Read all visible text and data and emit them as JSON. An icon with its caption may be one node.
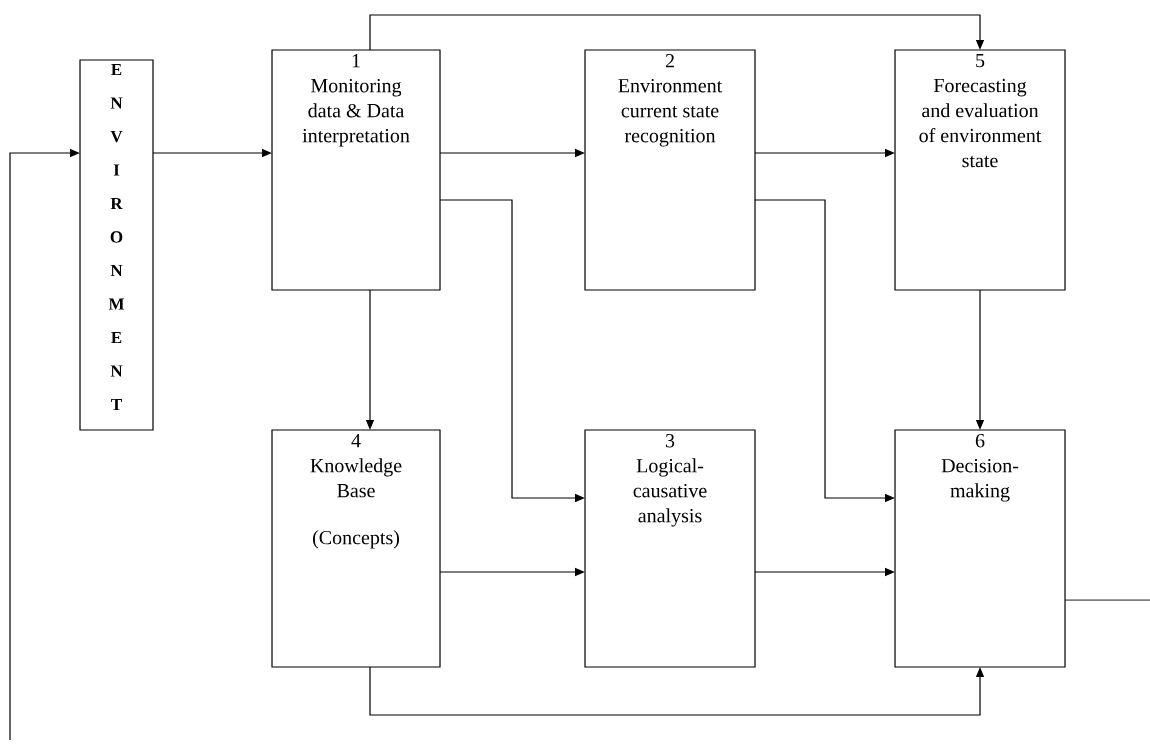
{
  "diagram": {
    "nodes": [
      {
        "text": [
          "E N V I R O N M E N T"
        ]
      },
      {
        "text": [
          "1",
          "Monitoring data & Data interpretation"
        ]
      },
      {
        "text": [
          "2",
          "Environment current state recognition"
        ]
      },
      {
        "text": [
          "5",
          "Forecasting and evaluation of environment state"
        ]
      },
      {
        "text": [
          "4",
          "Knowledge Base",
          "(Concepts)"
        ]
      },
      {
        "text": [
          "3",
          "Logical-causative analysis"
        ]
      },
      {
        "text": [
          "6",
          "Decision-making"
        ]
      }
    ],
    "edges": [
      {
        "from": null,
        "to": 0,
        "arrow": "to"
      },
      {
        "from": 0,
        "to": 1,
        "arrow": "to"
      },
      {
        "from": 1,
        "to": 2,
        "arrow": "to"
      },
      {
        "from": 2,
        "to": 3,
        "arrow": "to"
      },
      {
        "from": 1,
        "to": 3,
        "arrow": "to"
      },
      {
        "from": 1,
        "to": 5,
        "arrow": "to"
      },
      {
        "from": 1,
        "to": 4,
        "arrow": "to"
      },
      {
        "from": 2,
        "to": 6,
        "arrow": "to"
      },
      {
        "from": 3,
        "to": 6,
        "arrow": "to"
      },
      {
        "from": 4,
        "to": 5,
        "arrow": "to"
      },
      {
        "from": 5,
        "to": 6,
        "arrow": "to"
      },
      {
        "from": 4,
        "to": 6,
        "arrow": "to"
      },
      {
        "from": 6,
        "to": null,
        "arrow": "none"
      }
    ]
  }
}
